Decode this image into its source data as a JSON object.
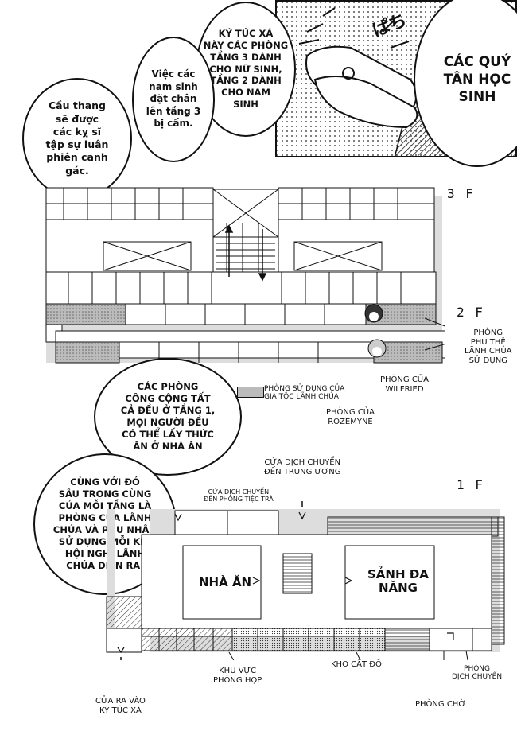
{
  "bubbles": {
    "dorm_floors": "KÝ TÚC XÁ\nNÀY CÁC PHÒNG\nTẦNG 3 DÀNH\nCHO NỮ SINH,\nTẦNG 2 DÀNH\nCHO NAM\nSINH",
    "boys_forbidden": "Việc các\nnam sinh\nđặt chân\nlên tầng 3\nbị cấm.",
    "stairs_guard": "Cầu thang\nsẽ được\ncác kỵ sĩ\ntập sự luân\nphiên canh\ngác.",
    "greeting": "CÁC QUÝ\nTÂN HỌC\nSINH",
    "public_rooms": "CÁC PHÒNG\nCÔNG CỘNG TẤT\nCẢ ĐỀU Ở TẦNG 1,\nMỌI NGƯỜI ĐỀU\nCÓ THỂ LẤY THỨC\nĂN Ở NHÀ ĂN",
    "archduke_rooms": "CÙNG VỚI ĐÓ\nSÂU TRONG CÙNG\nCỦA MỖI TẦNG LÀ\nPHÒNG CỦA LÃNH\nCHÚA VÀ PHU NHÂN\nSỬ DỤNG MỖI KHI\nHỘI NGHỊ LÃNH\nCHÚA DIỄN RA."
  },
  "floors": {
    "f3": "3 F",
    "f2": "2 F",
    "f1": "1 F"
  },
  "labels": {
    "legend": "PHÒNG SỬ DỤNG CỦA\nGIA TỘC LÃNH CHÚA",
    "wilfried": "PHÒNG CỦA\nWILFRIED",
    "rozemyne": "PHÒNG CỦA\nROZEMYNE",
    "archduke_room": "PHÒNG\nPHU THÊ\nLÃNH CHÚA\nSỬ DỤNG",
    "teleport_central": "CỬA DỊCH CHUYỂN\nĐẾN TRUNG ƯƠNG",
    "teleport_banquet": "CỬA DỊCH CHUYỂN\nĐẾN PHÒNG TIỆC TRÀ",
    "dining": "NHÀ ĂN",
    "hall": "SẢNH ĐA\nNĂNG",
    "meeting": "KHU VỰC\nPHÒNG HỌP",
    "storage": "KHO CẤT ĐỒ",
    "teleport_room": "PHÒNG\nDỊCH CHUYỂN",
    "waiting": "PHÒNG CHỜ",
    "dorm_entrance": "CỬA RA VÀO\nKÝ TÚC XÁ"
  },
  "sfx": {
    "clap": "ぱち"
  }
}
